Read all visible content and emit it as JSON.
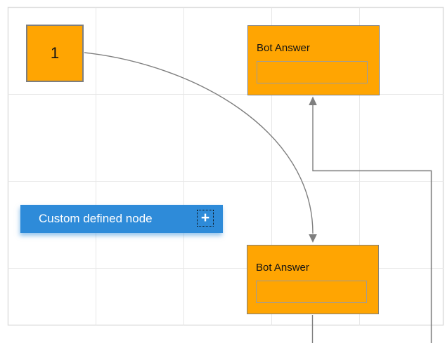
{
  "canvas": {
    "background": "#ffffff",
    "grid_color": "#e7e7e7",
    "page_border_color": "#dcdcdc"
  },
  "colors": {
    "node_fill": "#ffa502",
    "node_stroke": "#7e7e7e",
    "inner_box_stroke": "#9c9c9c",
    "connector": "#7f7f7f",
    "custom_node_fill": "#2e8bd9",
    "custom_node_text": "#ffffff",
    "label_text": "#141414"
  },
  "nodes": {
    "number_node": {
      "label": "1"
    },
    "bot_answer_top": {
      "title": "Bot Answer"
    },
    "bot_answer_bottom": {
      "title": "Bot Answer"
    },
    "custom_node": {
      "label": "Custom defined node",
      "icon": "plus-icon",
      "icon_glyph": "+"
    }
  },
  "connectors": [
    {
      "name": "curved-link",
      "from": "number-node",
      "to": "bot-answer-bottom-node",
      "style": "bezier",
      "arrow": "down"
    },
    {
      "name": "orthogonal-link",
      "from": "bot-answer-bottom-node",
      "to": "bot-answer-top-node",
      "style": "orthogonal",
      "arrow": "up"
    }
  ]
}
